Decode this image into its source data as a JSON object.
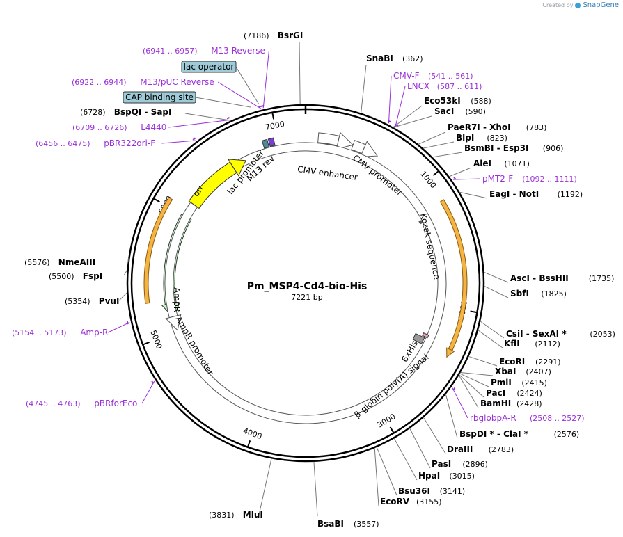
{
  "credit": {
    "prefix": "Created by",
    "brand": "SnapGene"
  },
  "plasmid": {
    "name": "Pm_MSP4-Cd4-bio-His",
    "length_label": "7221 bp",
    "length": 7221
  },
  "tick_labels": [
    {
      "pos": 1000,
      "label": "1000"
    },
    {
      "pos": 2000,
      "label": "2000"
    },
    {
      "pos": 3000,
      "label": "3000"
    },
    {
      "pos": 4000,
      "label": "4000"
    },
    {
      "pos": 5000,
      "label": "5000"
    },
    {
      "pos": 6000,
      "label": "6000"
    },
    {
      "pos": 7000,
      "label": "7000"
    }
  ],
  "sites": [
    {
      "name": "BsrGI",
      "pos_label": "(7186)",
      "pos": 7186,
      "left": true
    },
    {
      "name": "SnaBI",
      "pos_label": "(362)",
      "pos": 362
    },
    {
      "name": "Eco53kI",
      "pos_label": "(588)",
      "pos": 588
    },
    {
      "name": "SacI",
      "pos_label": "(590)",
      "pos": 590
    },
    {
      "name": "PaeR7I - XhoI",
      "pos_label": "(783)",
      "pos": 783
    },
    {
      "name": "BlpI",
      "pos_label": "(823)",
      "pos": 823
    },
    {
      "name": "BsmBI - Esp3I",
      "pos_label": "(906)",
      "pos": 906
    },
    {
      "name": "AleI",
      "pos_label": "(1071)",
      "pos": 1071
    },
    {
      "name": "EagI - NotI",
      "pos_label": "(1192)",
      "pos": 1192
    },
    {
      "name": "AscI - BssHII",
      "pos_label": "(1735)",
      "pos": 1735
    },
    {
      "name": "SbfI",
      "pos_label": "(1825)",
      "pos": 1825
    },
    {
      "name": "CsiI - SexAI *",
      "pos_label": "(2053)",
      "pos": 2053
    },
    {
      "name": "KflI",
      "pos_label": "(2112)",
      "pos": 2112
    },
    {
      "name": "EcoRI",
      "pos_label": "(2291)",
      "pos": 2291
    },
    {
      "name": "XbaI",
      "pos_label": "(2407)",
      "pos": 2407
    },
    {
      "name": "PmlI",
      "pos_label": "(2415)",
      "pos": 2415
    },
    {
      "name": "PacI",
      "pos_label": "(2424)",
      "pos": 2424
    },
    {
      "name": "BamHI",
      "pos_label": "(2428)",
      "pos": 2428
    },
    {
      "name": "BspDI * - ClaI *",
      "pos_label": "(2576)",
      "pos": 2576
    },
    {
      "name": "DraIII",
      "pos_label": "(2783)",
      "pos": 2783
    },
    {
      "name": "PasI",
      "pos_label": "(2896)",
      "pos": 2896
    },
    {
      "name": "HpaI",
      "pos_label": "(3015)",
      "pos": 3015
    },
    {
      "name": "Bsu36I",
      "pos_label": "(3141)",
      "pos": 3141
    },
    {
      "name": "EcoRV",
      "pos_label": "(3155)",
      "pos": 3155
    },
    {
      "name": "BsaBI",
      "pos_label": "(3557)",
      "pos": 3557
    },
    {
      "name": "MluI",
      "pos_label": "(3831)",
      "pos": 3831,
      "left": true
    },
    {
      "name": "PvuI",
      "pos_label": "(5354)",
      "pos": 5354,
      "left": true
    },
    {
      "name": "FspI",
      "pos_label": "(5500)",
      "pos": 5500,
      "left": true
    },
    {
      "name": "NmeAIII",
      "pos_label": "(5576)",
      "pos": 5576,
      "left": true
    },
    {
      "name": "BspQI - SapI",
      "pos_label": "(6728)",
      "pos": 6728,
      "left": true
    }
  ],
  "primers": [
    {
      "name": "CMV-F",
      "range": "(541 .. 561)",
      "start": 541,
      "end": 561
    },
    {
      "name": "LNCX",
      "range": "(587 .. 611)",
      "start": 587,
      "end": 611
    },
    {
      "name": "pMT2-F",
      "range": "(1092 .. 1111)",
      "start": 1092,
      "end": 1111
    },
    {
      "name": "rbglobpA-R",
      "range": "(2508 .. 2527)",
      "start": 2508,
      "end": 2527
    },
    {
      "name": "pBRforEco",
      "range": "(4745 .. 4763)",
      "start": 4745,
      "end": 4763,
      "left": true
    },
    {
      "name": "Amp-R",
      "range": "(5154 .. 5173)",
      "start": 5154,
      "end": 5173,
      "left": true
    },
    {
      "name": "pBR322ori-F",
      "range": "(6456 .. 6475)",
      "start": 6456,
      "end": 6475,
      "left": true
    },
    {
      "name": "L4440",
      "range": "(6709 .. 6726)",
      "start": 6709,
      "end": 6726,
      "left": true
    },
    {
      "name": "M13/pUC Reverse",
      "range": "(6922 .. 6944)",
      "start": 6922,
      "end": 6944,
      "left": true
    },
    {
      "name": "M13 Reverse",
      "range": "(6941 .. 6957)",
      "start": 6941,
      "end": 6957,
      "left": true
    }
  ],
  "boxed_labels": [
    {
      "name": "lac operator"
    },
    {
      "name": "CAP binding site"
    }
  ],
  "features": [
    {
      "name": "CMV enhancer",
      "type": "enhancer"
    },
    {
      "name": "CMV promoter",
      "type": "promoter"
    },
    {
      "name": "Kozak sequence",
      "type": "misc"
    },
    {
      "name": "6xHis",
      "type": "tag"
    },
    {
      "name": "β-globin poly(A) signal",
      "type": "polyA"
    },
    {
      "name": "AmpR",
      "type": "cds"
    },
    {
      "name": "AmpR promoter",
      "type": "promoter"
    },
    {
      "name": "ori",
      "type": "origin"
    },
    {
      "name": "lac promoter",
      "type": "promoter"
    },
    {
      "name": "M13 rev",
      "type": "primer_bind"
    }
  ],
  "colors": {
    "site_text": "#000000",
    "primer_text": "#9b30d9",
    "ori": "#ffff00",
    "ampr": "#c8f5c8",
    "orange_arc": "#f5b342",
    "boxed_fill": "#9fcbd8"
  }
}
